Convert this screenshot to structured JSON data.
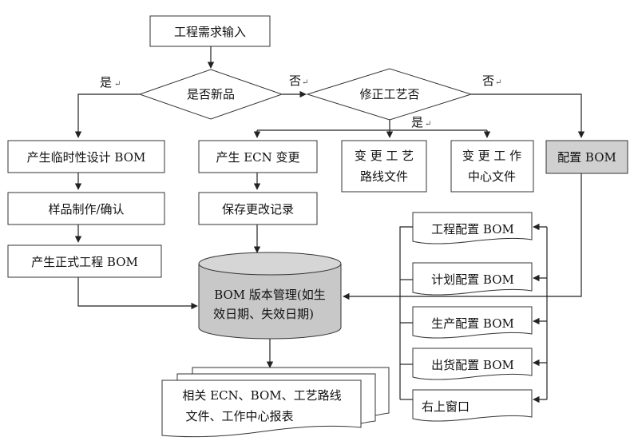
{
  "nodes": {
    "requirement_input": "工程需求输入",
    "is_new_product": "是否新品",
    "modify_process": "修正工艺否",
    "temp_design_bom": "产生临时性设计 BOM",
    "sample_making": "样品制作/确认",
    "formal_eng_bom": "产生正式工程 BOM",
    "ecn_change": "产生 ECN 变更",
    "save_change_record": "保存更改记录",
    "change_routing_line1": "变 更 工 艺",
    "change_routing_line2": "路线文件",
    "change_wc_line1": "变 更 工 作",
    "change_wc_line2": "中心文件",
    "config_bom": "配置 BOM",
    "bom_version_line1": "BOM 版本管理(如生",
    "bom_version_line2": "效日期、失效日期)",
    "eng_config_bom": "工程配置 BOM",
    "plan_config_bom": "计划配置 BOM",
    "prod_config_bom": "生产配置 BOM",
    "ship_config_bom": "出货配置 BOM",
    "top_right_window": "右上窗口",
    "reports_line1": "相关 ECN、BOM、工艺路线",
    "reports_line2": "文件、工作中心报表"
  },
  "labels": {
    "yes": "是",
    "no": "否"
  },
  "colors": {
    "gray_fill": "#d0d0d0",
    "stroke": "#333333"
  }
}
